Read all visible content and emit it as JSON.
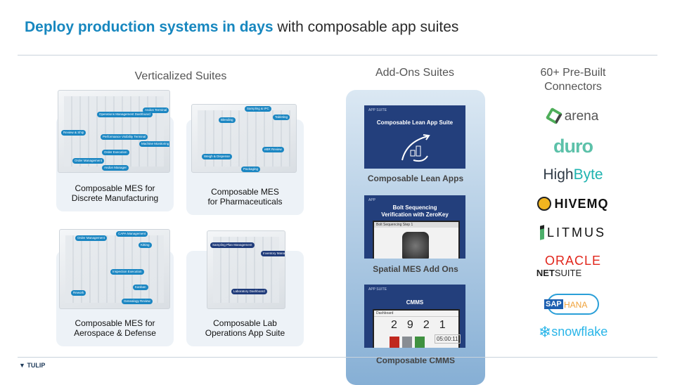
{
  "header": {
    "title_highlight": "Deploy production systems in days",
    "title_rest": " with composable app suites"
  },
  "columns": {
    "verticalized": "Verticalized Suites",
    "addons": "Add-Ons Suites",
    "connectors": "60+ Pre-Built Connectors"
  },
  "verticalized": [
    {
      "label_line1": "Composable MES for",
      "label_line2": "Discrete Manufacturing",
      "callouts": [
        "Andon Terminal",
        "Operations Management Dashboard",
        "Review & Ship",
        "Performance Visibility Terminal",
        "Machine Monitoring Terminal",
        "Order Execution",
        "Order Management",
        "Andon Manager"
      ]
    },
    {
      "label_line1": "Composable MES",
      "label_line2": "for Pharmaceuticals",
      "callouts": [
        "Sampling & IPC",
        "Blending",
        "Tableting",
        "eBR Review",
        "Weigh & Dispense",
        "Packaging"
      ]
    },
    {
      "label_line1": "Composable MES for",
      "label_line2": "Aerospace & Defense",
      "callouts": [
        "CAPA Management",
        "Order Management",
        "Kitting",
        "Inspection Execution",
        "Rework",
        "Kanban",
        "Genealogy Review"
      ]
    },
    {
      "label_line1": "Composable Lab",
      "label_line2": "Operations App Suite",
      "callouts": [
        "Sampling Plan Management",
        "Inventory Management",
        "Laboratory Dashboard"
      ]
    }
  ],
  "addons": [
    {
      "tag": "APP SUITE",
      "title": "Composable Lean App Suite",
      "label": "Composable Lean Apps"
    },
    {
      "tag": "APP",
      "title": "Bolt Sequencing Verification with ZeroKey",
      "screen_title": "Bolt Sequencing Step 1",
      "label": "Spatial MES Add Ons"
    },
    {
      "tag": "APP SUITE",
      "title": "CMMS",
      "screen_title": "Dashboard",
      "counts": [
        "2",
        "9",
        "2",
        "1"
      ],
      "timer": "05:00:11",
      "label": "Composable CMMS"
    }
  ],
  "connectors": {
    "arena": "arena",
    "duro": "duro",
    "highbyte_a": "High",
    "highbyte_b": "Byte",
    "hivemq": "HIVEMQ",
    "litmus": "LITMUS",
    "oracle": "ORACLE",
    "netsuite_a": "NET",
    "netsuite_b": "SUITE",
    "sap": "SAP",
    "hana": "HANA",
    "snowflake": "snowflake"
  },
  "footer": {
    "brand": "TULIP"
  },
  "colors": {
    "accent": "#1787bf",
    "panel_top": "#dbe8f3",
    "panel_bottom": "#86afd5",
    "tile": "#233f7c"
  }
}
